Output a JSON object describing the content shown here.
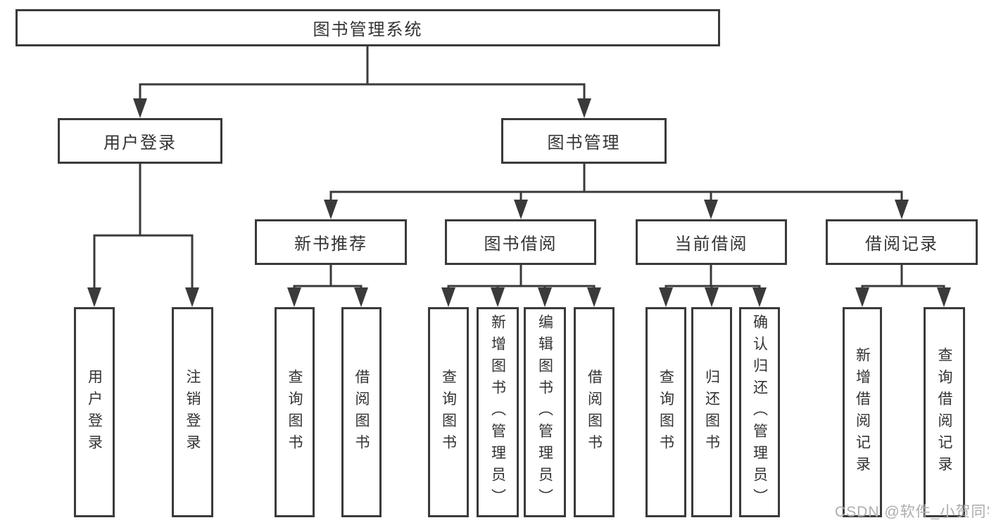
{
  "diagram": {
    "root": {
      "label": "图书管理系统"
    },
    "level1": [
      {
        "label": "用户登录"
      },
      {
        "label": "图书管理"
      }
    ],
    "level2": [
      {
        "label": "新书推荐"
      },
      {
        "label": "图书借阅"
      },
      {
        "label": "当前借阅"
      },
      {
        "label": "借阅记录"
      }
    ],
    "leaves": [
      {
        "label": "用户登录"
      },
      {
        "label": "注销登录"
      },
      {
        "label": "查询图书"
      },
      {
        "label": "借阅图书"
      },
      {
        "label": "查询图书"
      },
      {
        "label": "新增图书（管理员）"
      },
      {
        "label": "编辑图书（管理员）"
      },
      {
        "label": "借阅图书"
      },
      {
        "label": "查询图书"
      },
      {
        "label": "归还图书"
      },
      {
        "label": "确认归还（管理员）"
      },
      {
        "label": "新增借阅记录"
      },
      {
        "label": "查询借阅记录"
      }
    ]
  },
  "watermark": {
    "text": "CSDN @软件_小贺同学"
  },
  "colors": {
    "line": "#3a3a3a",
    "border": "#3a3a3a",
    "text": "#333333",
    "watermark": "#adadad",
    "background": "#ffffff"
  }
}
